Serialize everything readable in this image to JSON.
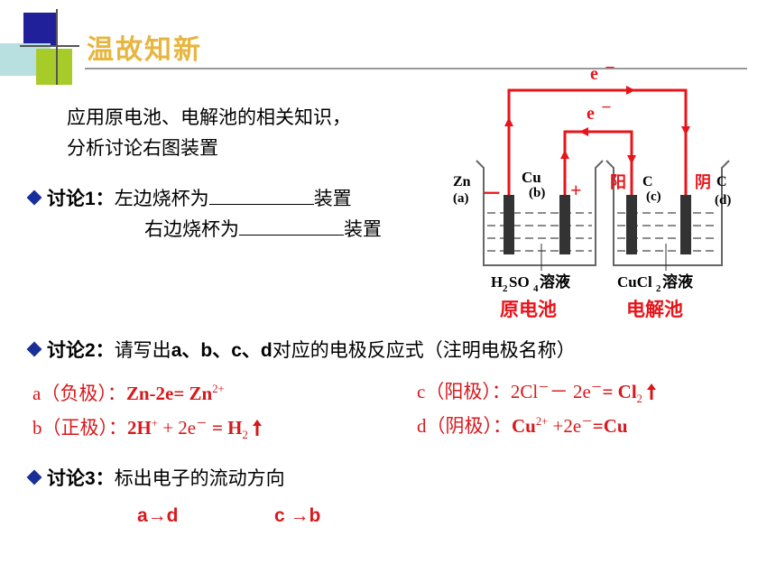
{
  "slide": {
    "title": "温故知新",
    "intro_line1": "应用原电池、电解池的相关知识，",
    "intro_line2": "分析讨论右图装置",
    "discussion1": {
      "prefix": "讨论1：",
      "line1_a": "左边烧杯为",
      "line1_b": "装置",
      "line2_a": "右边烧杯为",
      "line2_b": "装置"
    },
    "discussion2": {
      "prefix": "讨论2：",
      "text_pre": "请写出",
      "letters": "a、b、c、d",
      "text_post": "对应的电极反应式（注明电极名称）"
    },
    "equations": {
      "a_label": "a（负极）：",
      "a_body": "Zn-2e",
      "a_eq": "= Zn",
      "a_charge": "2+",
      "b_label": "b（正极）：",
      "b_body": "2H",
      "b_sup": "+",
      "b_mid": " + 2e",
      "b_minus": "－",
      "b_eq": " = H",
      "b_sub": "2",
      "c_label": "c（阳极）：",
      "c_body": "2Cl",
      "c_minus": "－",
      "c_mid": "－ 2e",
      "c_minus2": "－",
      "c_eq": "= Cl",
      "c_sub": "2",
      "d_label": "d（阴极）：",
      "d_body": "Cu",
      "d_charge": "2+",
      "d_mid": " +2e",
      "d_minus": "－",
      "d_eq": "=Cu"
    },
    "discussion3": {
      "prefix": "讨论3：",
      "text": "标出电子的流动方向",
      "answer1": "a→d",
      "answer2": "c →b"
    }
  },
  "diagram": {
    "electron_top": "e",
    "electron_inner": "e",
    "electron_sign": "－",
    "electrode_zn": "Zn",
    "electrode_cu": "Cu",
    "label_a": "(a)",
    "label_b": "(b)",
    "label_c": "(c)",
    "label_d": "(d)",
    "minus_sign": "－",
    "plus_sign": "+",
    "anode_char": "阳",
    "cathode_char": "阴",
    "carbon_c": "C",
    "carbon_d": "C",
    "solution_left_h": "H",
    "solution_left_2": "2",
    "solution_left_so": "SO",
    "solution_left_4": "4",
    "solution_left_word": "溶液",
    "solution_right_cucl": "CuCl",
    "solution_right_2": "2",
    "solution_right_word": "溶液",
    "caption_left": "原电池",
    "caption_right": "电解池",
    "wire_color": "#e8141a"
  }
}
